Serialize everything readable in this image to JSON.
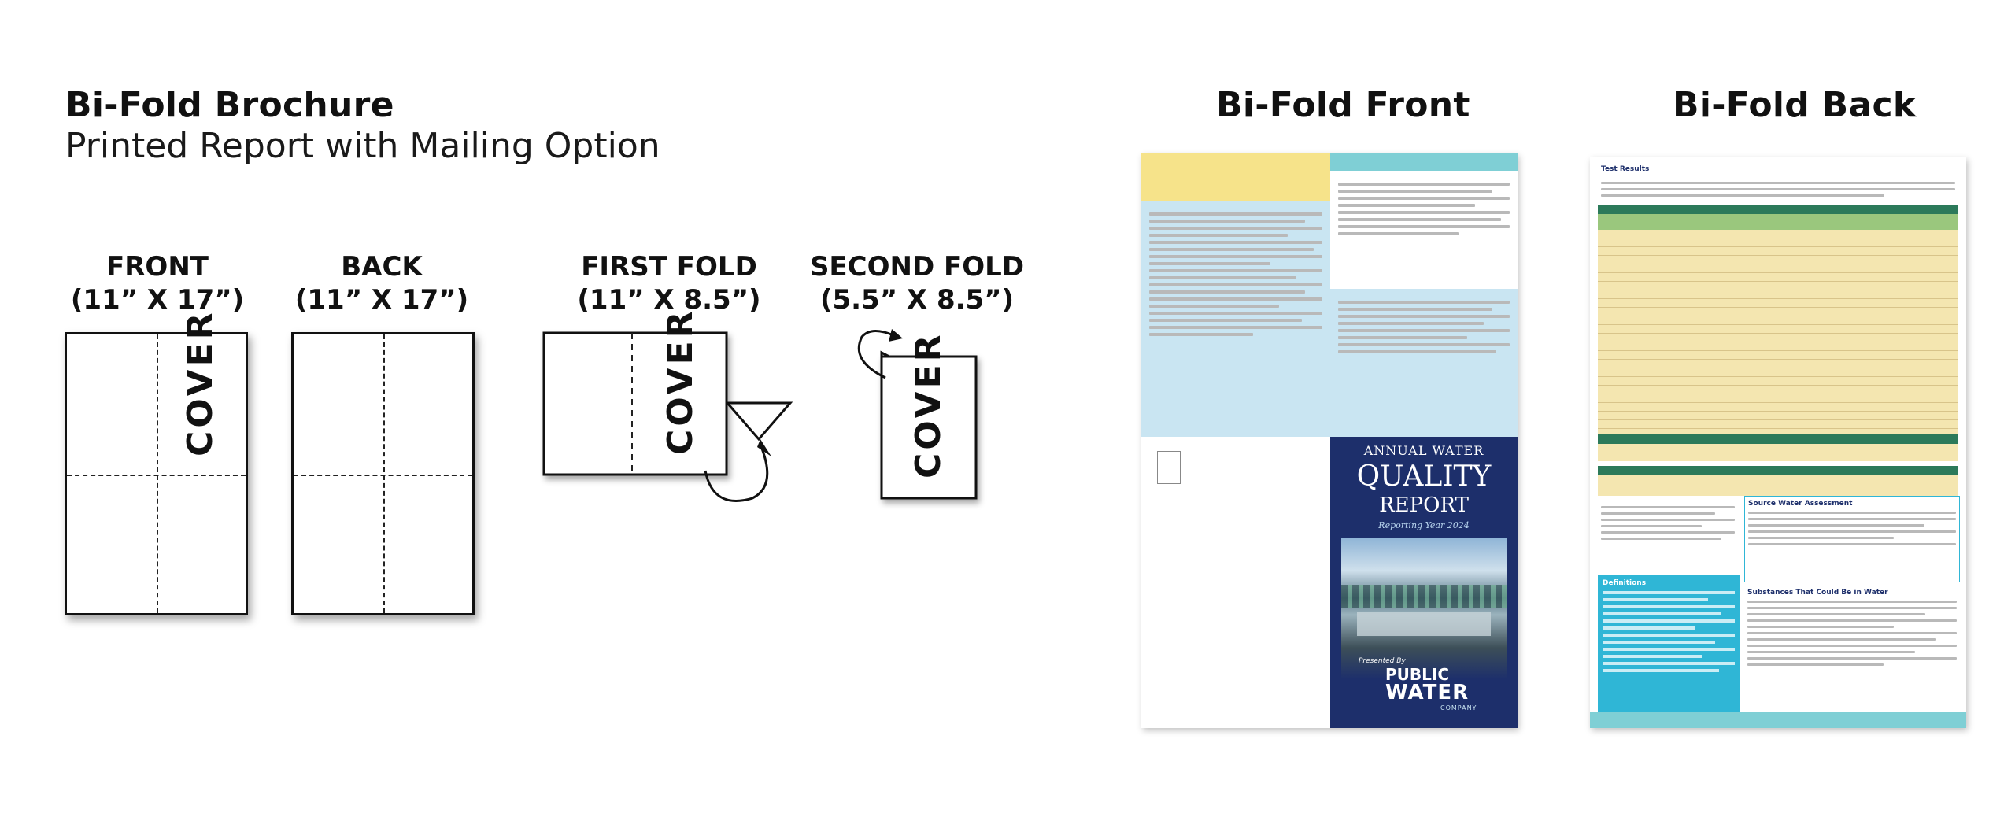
{
  "heading": {
    "title": "Bi-Fold Brochure",
    "subtitle": "Printed Report with Mailing Option"
  },
  "steps": [
    {
      "label": "FRONT",
      "size": "(11” X 17”)",
      "cover": "COVER"
    },
    {
      "label": "BACK",
      "size": "(11” X 17”)",
      "cover": ""
    },
    {
      "label": "FIRST FOLD",
      "size": "(11” X 8.5”)",
      "cover": "COVER"
    },
    {
      "label": "SECOND FOLD",
      "size": "(5.5” X 8.5”)",
      "cover": "COVER"
    }
  ],
  "front_preview": {
    "heading": "Bi-Fold Front",
    "report_line1": "ANNUAL WATER",
    "report_line2": "QUALITY",
    "report_line3": "REPORT",
    "reporting_year": "Reporting Year 2024",
    "presented_by": "Presented By",
    "brand_line1": "PUBLIC",
    "brand_line2": "WATER",
    "brand_line3": "COMPANY",
    "colors": {
      "yellow": "#f6e38a",
      "lightblue": "#c9e5f2",
      "teal": "#7fcfd5",
      "navy": "#1d2f6b"
    }
  },
  "back_preview": {
    "heading": "Bi-Fold Back",
    "test_results": "Test Results",
    "source_assessment": "Source Water Assessment",
    "substances": "Substances That Could Be in Water",
    "definitions": "Definitions",
    "colors": {
      "green": "#9ac77d",
      "tan": "#f4e6b0",
      "cyan": "#2fb6d6"
    }
  }
}
